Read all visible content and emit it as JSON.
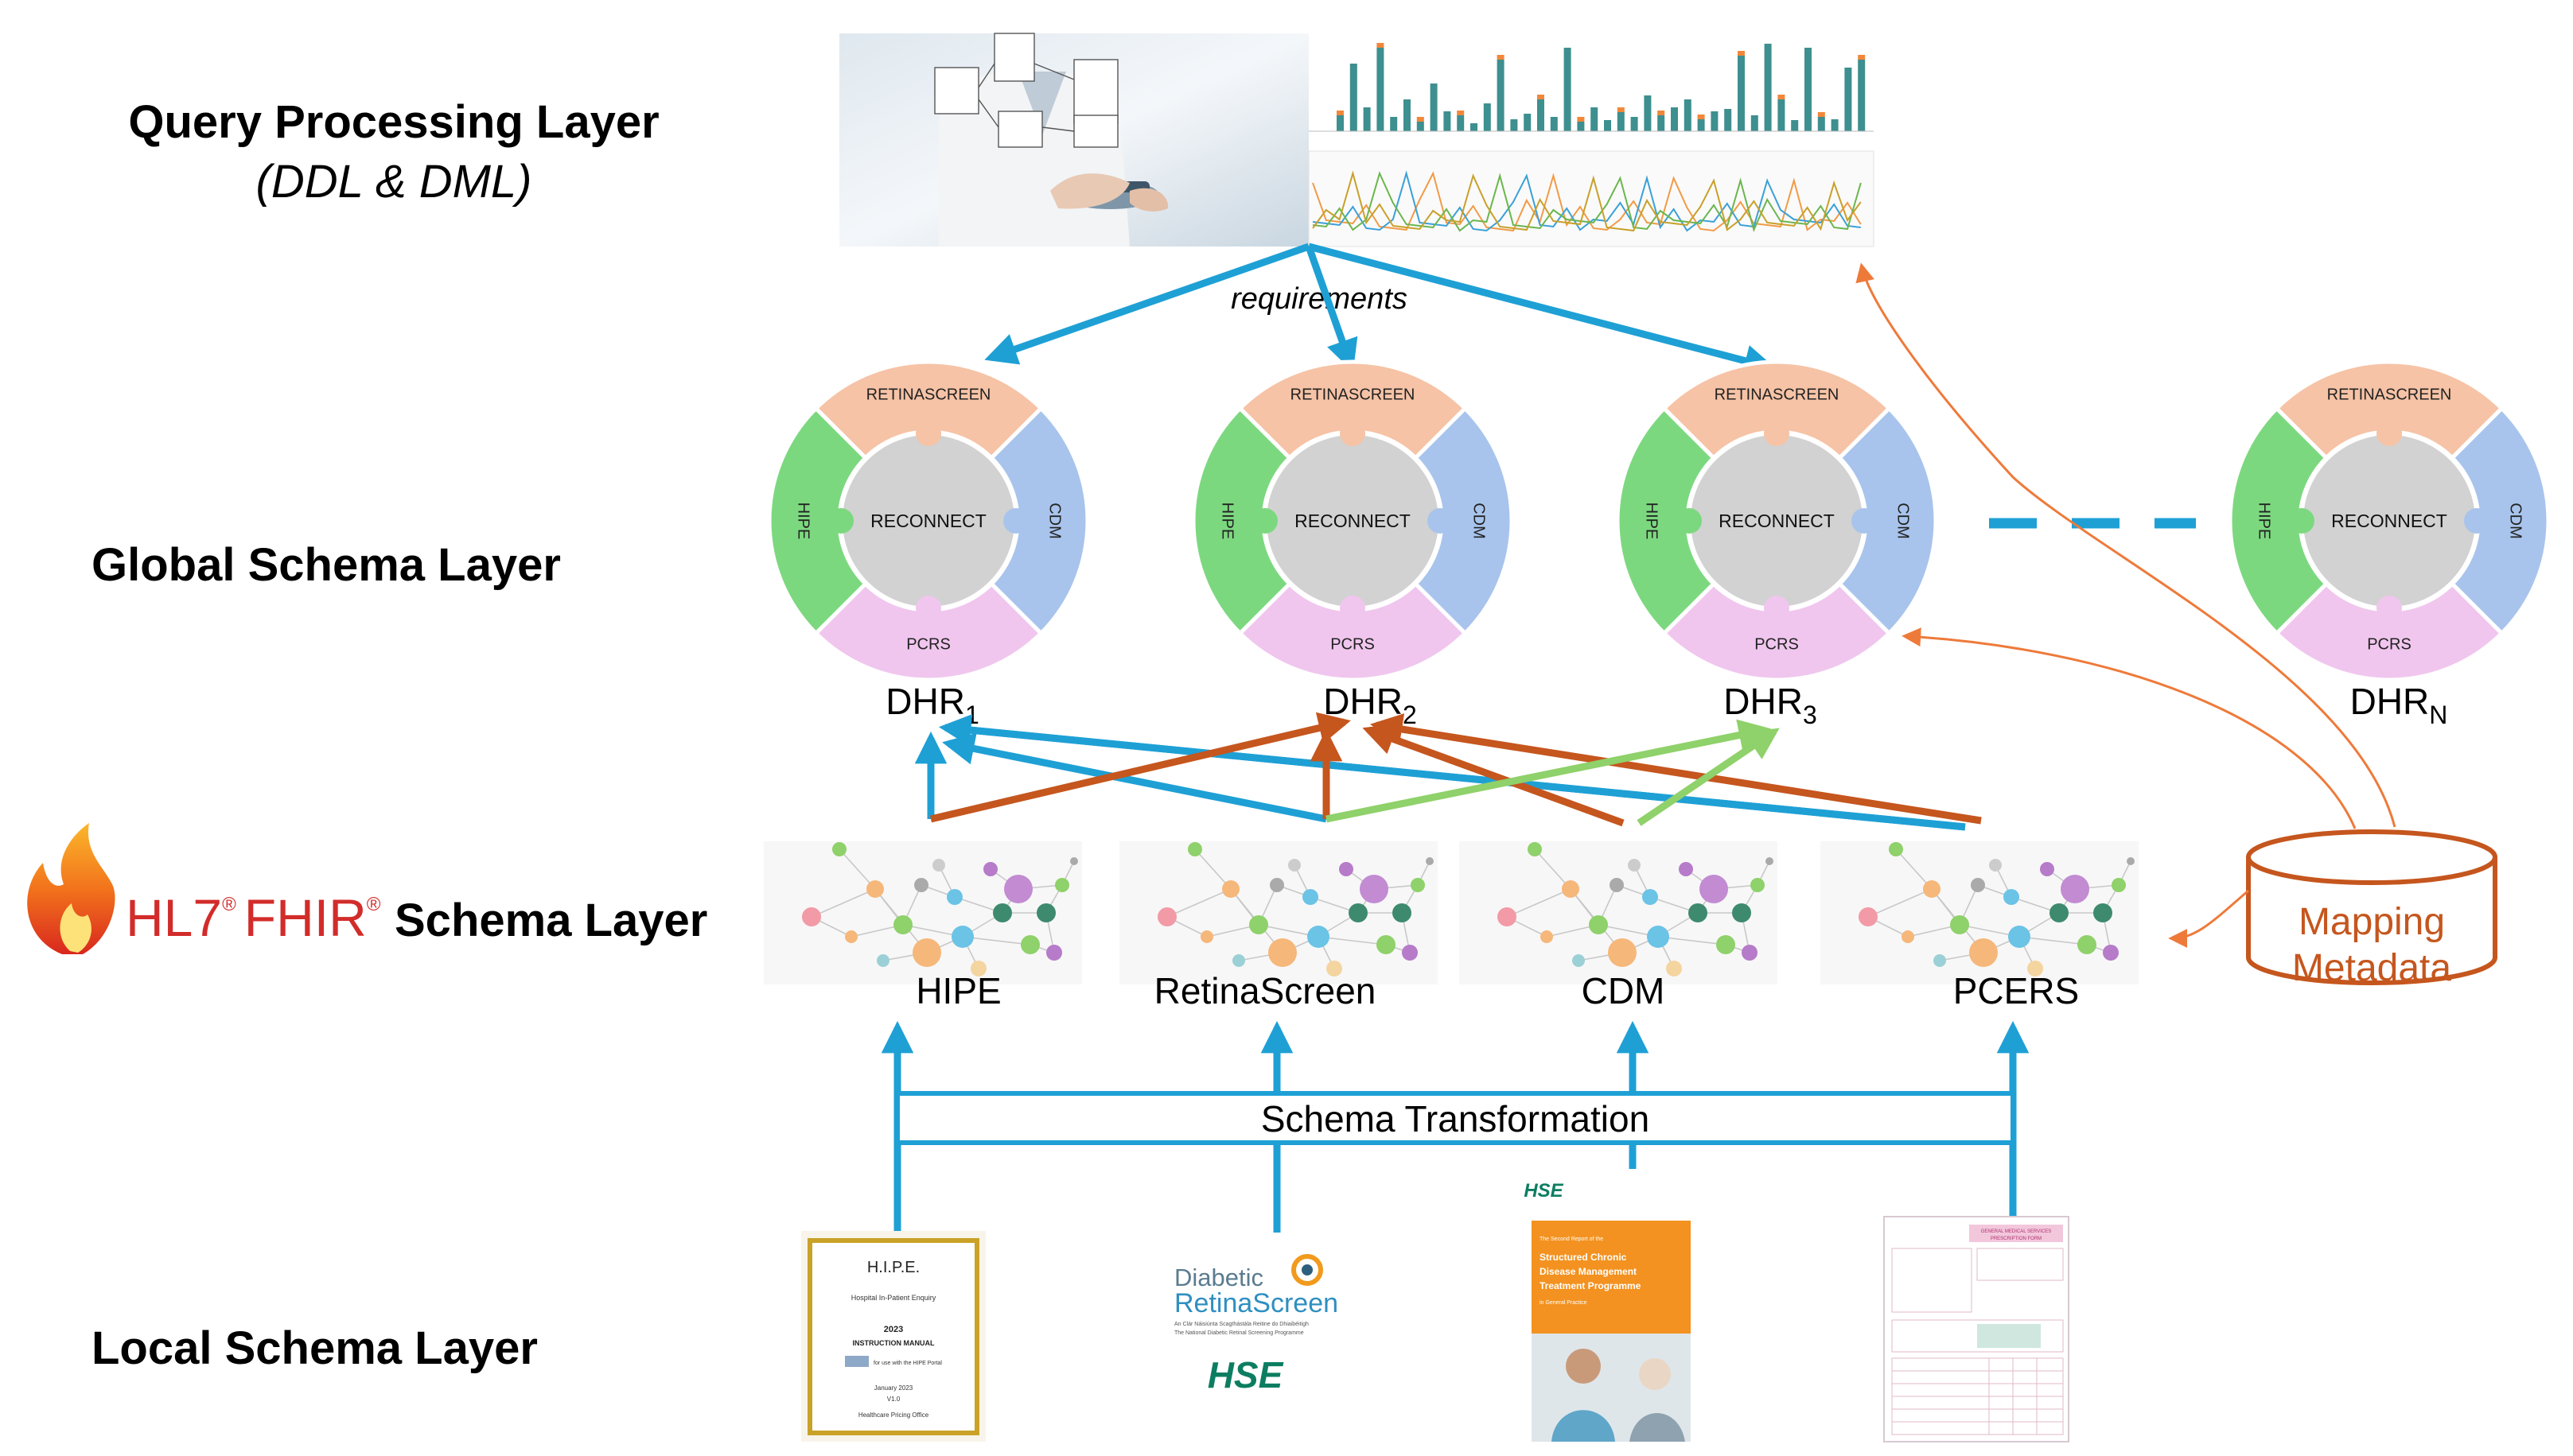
{
  "layers": {
    "query": {
      "title": "Query Processing Layer",
      "subtitle": "(DDL & DML)"
    },
    "global": {
      "title": "Global Schema Layer"
    },
    "fhir": {
      "brand_hl7": "HL7",
      "brand_fhir": "FHIR",
      "reg_mark": "®",
      "title": "Schema Layer"
    },
    "local": {
      "title": "Local Schema Layer"
    }
  },
  "requirements_label": "requirements",
  "dhr_ring": {
    "top": "RETINASCREEN",
    "left": "HIPE",
    "right": "CDM",
    "bottom": "PCRS",
    "center": "RECONNECT"
  },
  "dhr_nodes": [
    {
      "base": "DHR",
      "sub": "1"
    },
    {
      "base": "DHR",
      "sub": "2"
    },
    {
      "base": "DHR",
      "sub": "3"
    },
    {
      "base": "DHR",
      "sub": "N"
    }
  ],
  "fhir_sources": [
    "HIPE",
    "RetinaScreen",
    "CDM",
    "PCERS"
  ],
  "schema_transformation": "Schema Transformation",
  "mapping_metadata": {
    "line1": "Mapping",
    "line2": "Metadata"
  },
  "local_docs": {
    "hipe": {
      "title": "H.I.P.E.",
      "subtitle": "Hospital In-Patient Enquiry",
      "year": "2023",
      "manual": "INSTRUCTION MANUAL",
      "use_with": "for use with the HIPE Portal",
      "date": "January 2023",
      "version": "V1.0",
      "office": "Healthcare Pricing Office"
    },
    "retina": {
      "line1": "Diabetic",
      "line2": "RetinaScreen",
      "irish": "An Clár Náisiúnta Scagthástála Reitine do Dhiaibéitigh",
      "english": "The National Diabetic Retinal Screening Programme",
      "hse": "HSE"
    },
    "cdm": {
      "hse": "HSE",
      "intro": "The Second Report of the",
      "title1": "Structured Chronic",
      "title2": "Disease Management",
      "title3": "Treatment Programme",
      "sub": "in General Practice"
    },
    "pcers": {
      "form_title1": "GENERAL MEDICAL SERVICES",
      "form_title2": "PRESCRIPTION FORM"
    }
  },
  "colors": {
    "blue_arrow": "#1ea0d5",
    "brown_arrow": "#c5561e",
    "green_arrow": "#8fd16a",
    "orange_thin": "#ee7a3a",
    "ring_top": "#f6c3a6",
    "ring_left": "#7cd87f",
    "ring_right": "#a8c4ec",
    "ring_bottom": "#f0c6ee",
    "ring_center": "#d2d2d2",
    "mapping_db": "#c5561e",
    "hl7_red": "#d22c2a"
  }
}
